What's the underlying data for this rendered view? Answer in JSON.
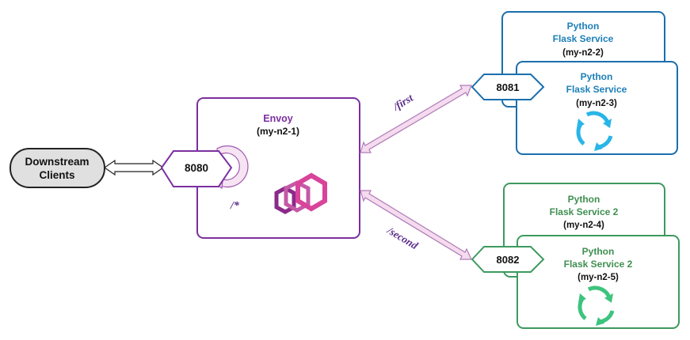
{
  "colors": {
    "envoy": "#7b2fa0",
    "envoy_light": "#e9c9ec",
    "envoy_pink": "#d9449a",
    "service1": "#1a6fae",
    "service1_text": "#1d7fb8",
    "service1_icon": "#29b5e8",
    "service2": "#3d9a5e",
    "service2_text": "#3f8f50",
    "service2_icon": "#3dc47e",
    "client_fill": "#e0e0e0",
    "text_dark": "#111111"
  },
  "clients": {
    "line1": "Downstream",
    "line2": "Clients"
  },
  "envoy": {
    "name": "Envoy",
    "host": "(my-n2-1)",
    "port": "8080",
    "loop_route": "/*"
  },
  "routes": {
    "first": "/first",
    "second": "/second"
  },
  "service1": {
    "port": "8081",
    "back": {
      "line1": "Python",
      "line2": "Flask Service",
      "host": "(my-n2-2)"
    },
    "front": {
      "line1": "Python",
      "line2": "Flask Service",
      "host": "(my-n2-3)"
    }
  },
  "service2": {
    "port": "8082",
    "back": {
      "line1": "Python",
      "line2": "Flask Service 2",
      "host": "(my-n2-4)"
    },
    "front": {
      "line1": "Python",
      "line2": "Flask Service 2",
      "host": "(my-n2-5)"
    }
  }
}
